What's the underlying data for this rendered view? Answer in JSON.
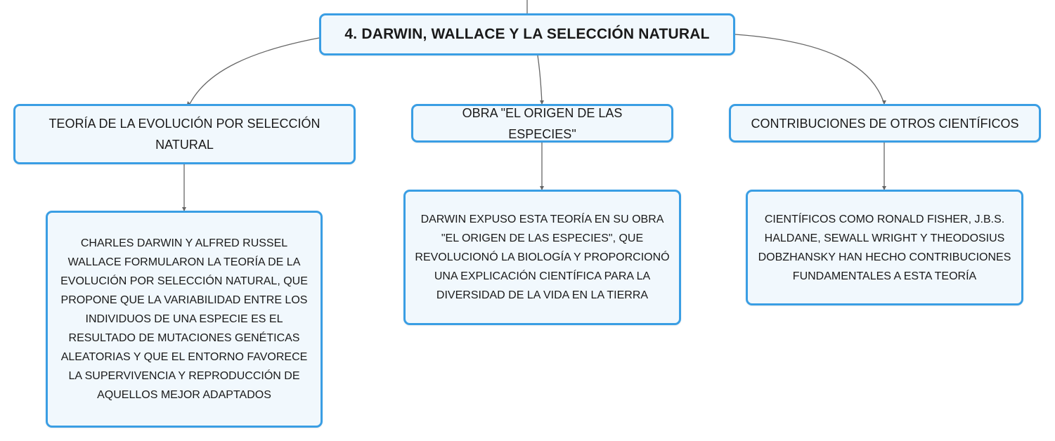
{
  "root": {
    "label": "4. DARWIN, WALLACE Y LA SELECCIÓN NATURAL"
  },
  "branches": [
    {
      "label": "TEORÍA DE LA EVOLUCIÓN POR SELECCIÓN NATURAL",
      "detail": "CHARLES DARWIN Y ALFRED RUSSEL WALLACE FORMULARON LA TEORÍA DE LA EVOLUCIÓN POR SELECCIÓN NATURAL, QUE PROPONE QUE LA VARIABILIDAD ENTRE LOS INDIVIDUOS DE UNA ESPECIE ES EL RESULTADO DE MUTACIONES GENÉTICAS ALEATORIAS Y QUE EL ENTORNO FAVORECE LA SUPERVIVENCIA Y REPRODUCCIÓN DE AQUELLOS MEJOR ADAPTADOS"
    },
    {
      "label": "OBRA \"EL ORIGEN DE LAS ESPECIES\"",
      "detail": "DARWIN EXPUSO ESTA TEORÍA EN SU OBRA \"EL ORIGEN DE LAS ESPECIES\", QUE REVOLUCIONÓ LA BIOLOGÍA Y PROPORCIONÓ UNA EXPLICACIÓN CIENTÍFICA PARA LA DIVERSIDAD DE LA VIDA EN LA TIERRA"
    },
    {
      "label": "CONTRIBUCIONES DE OTROS CIENTÍFICOS",
      "detail": "CIENTÍFICOS COMO RONALD FISHER, J.B.S. HALDANE, SEWALL WRIGHT Y THEODOSIUS DOBZHANSKY HAN HECHO CONTRIBUCIONES FUNDAMENTALES A ESTA TEORÍA"
    }
  ],
  "colors": {
    "node_border": "#3a9ee4",
    "node_fill": "#f1f8fd",
    "connector": "#666666"
  }
}
